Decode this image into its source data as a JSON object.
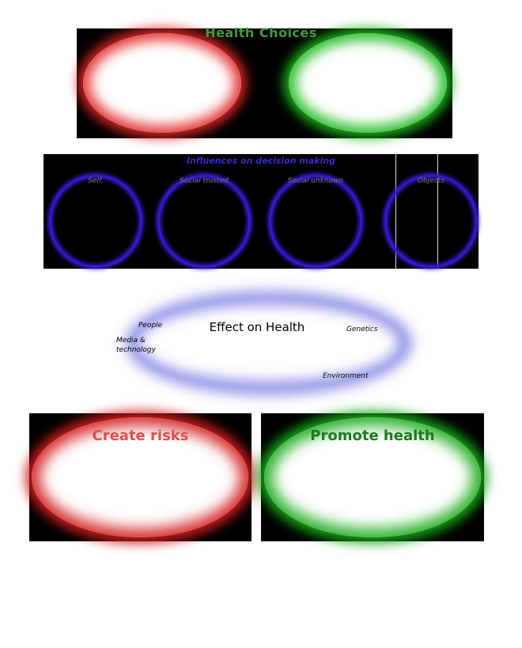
{
  "page": {
    "title": "Health Choices"
  },
  "influences": {
    "title": "Influences on  decision making",
    "items": [
      {
        "label": "Self,"
      },
      {
        "label": "Social trusted"
      },
      {
        "label": "Social unknown"
      },
      {
        "label": "Objects"
      }
    ]
  },
  "effect": {
    "title": "Effect on Health",
    "labels": {
      "people": "People",
      "media": "Media & technology",
      "genetics": "Genetics",
      "environment": "Environment"
    }
  },
  "outcomes": {
    "risk": {
      "label": "Create risks"
    },
    "health": {
      "label": "Promote health"
    }
  },
  "colors": {
    "title_green": "#3f9b3f",
    "influences_blue": "#3a2acd",
    "choice_red_glow": "#e12828",
    "choice_green_glow": "#1eb91e",
    "effect_blue_glow": "#7373e1",
    "risk_text_red": "#e05050",
    "health_text_green": "#1d7a1d",
    "panel_black": "#000000"
  }
}
